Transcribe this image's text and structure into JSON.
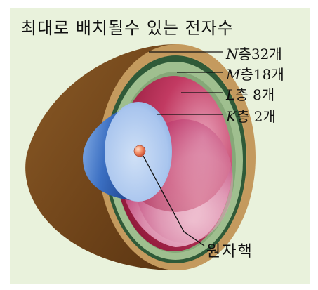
{
  "title": "최대로 배치될수 있는 전자수",
  "shells": [
    {
      "symbol": "N",
      "rest": "층32개"
    },
    {
      "symbol": "M",
      "rest": "층18개"
    },
    {
      "symbol": "L",
      "rest": "층 8개"
    },
    {
      "symbol": "K",
      "rest": "층 2개"
    }
  ],
  "nucleus_label": "원자핵",
  "colors": {
    "background": "#e9f2dc",
    "n_shell": "#c49a5e",
    "m_shell": "#2f5a38",
    "l_shell": "#9fbf8f",
    "k_shell": "#3a68b8",
    "nucleus": "#e0714a",
    "interior": "#b22a4a"
  }
}
